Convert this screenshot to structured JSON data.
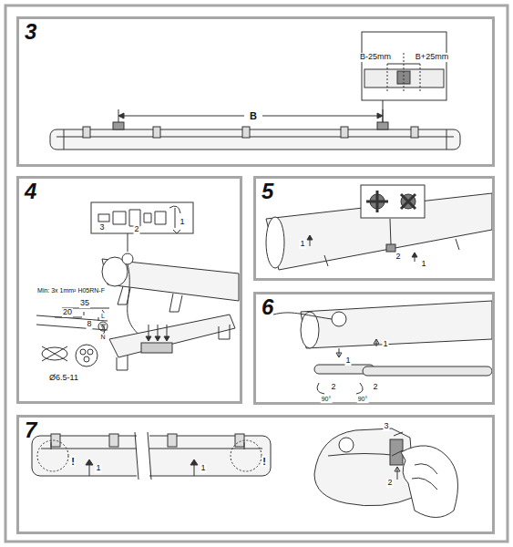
{
  "diagram": {
    "nodes": [
      {
        "text": [
          "3"
        ]
      },
      {
        "text": [
          "4"
        ]
      },
      {
        "text": [
          "5"
        ]
      },
      {
        "text": [
          "6"
        ]
      },
      {
        "text": [
          "7"
        ]
      }
    ],
    "labels": [
      "B-25mm",
      "B+25mm",
      "B",
      "3",
      "2",
      "1",
      "Min: 3x 1mm² H05RN-F",
      "35",
      "20",
      "8",
      "L",
      "N",
      "Ø6.5-11",
      "1",
      "2",
      "1",
      "1",
      "1",
      "90°",
      "2",
      "90°",
      "2",
      "1",
      "1",
      "!",
      "!",
      "3",
      "2"
    ]
  }
}
